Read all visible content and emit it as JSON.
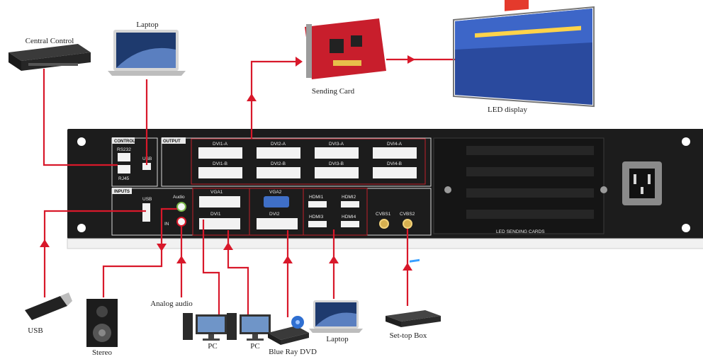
{
  "labels": {
    "central_control": "Central Control",
    "laptop_top": "Laptop",
    "sending_card": "Sending Card",
    "led_display": "LED display",
    "usb": "USB",
    "stereo": "Stereo",
    "analog_audio": "Analog audio",
    "pc1": "PC",
    "pc2": "PC",
    "bluray": "Blue Ray DVD",
    "laptop_bottom": "Laptop",
    "settop": "Set-top Box"
  },
  "panel": {
    "control": "CONTROL",
    "output": "OUTPUT",
    "inputs": "INPUTS",
    "rs232": "RS232",
    "usb_small": "USB",
    "rj45": "RJ45",
    "usb_port": "USB",
    "audio": "Audio",
    "in": "IN",
    "vga1": "VGA1",
    "vga2": "VGA2",
    "dvi1": "DVI1",
    "dvi2": "DVI2",
    "hdmi1": "HDMI1",
    "hdmi2": "HDMI2",
    "hdmi3": "HDMI3",
    "hdmi4": "HDMI4",
    "cvbs1": "CVBS1",
    "cvbs2": "CVBS2",
    "out_labels": [
      "DVI1-A",
      "DVI2-A",
      "DVI3-A",
      "DVI4-A",
      "DVI1-B",
      "DVI2-B",
      "DVI3-B",
      "DVI4-B"
    ],
    "led_cards": "LED SENDING CARDS"
  },
  "colors": {
    "wire": "#d8182a",
    "panel": "#1c1c1c"
  }
}
